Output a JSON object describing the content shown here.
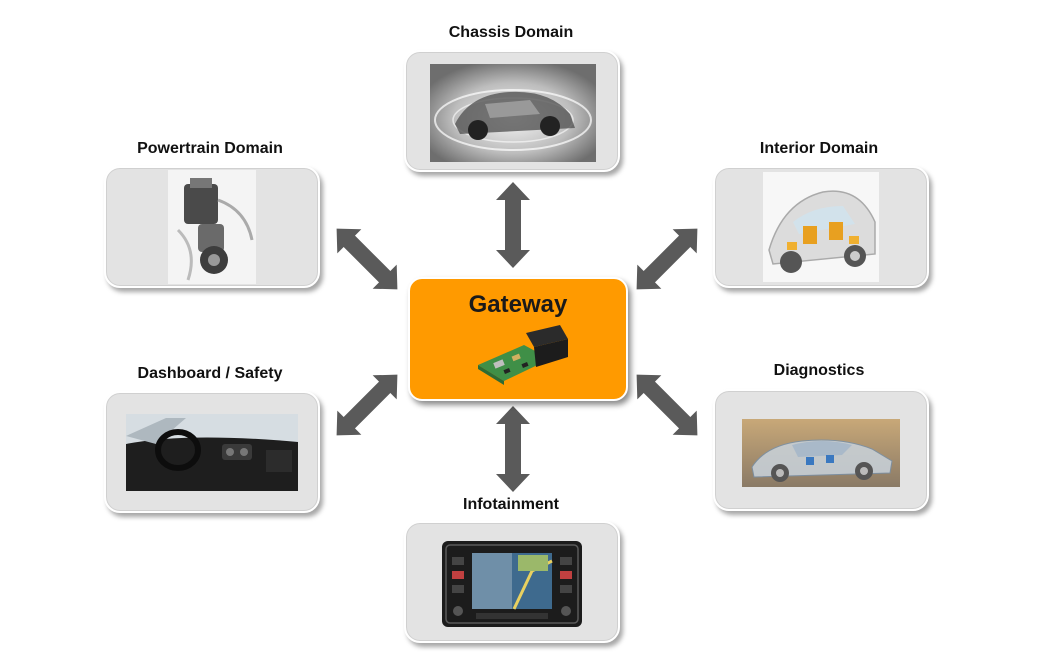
{
  "gateway": {
    "title": "Gateway",
    "color": "#ff9a00",
    "icon": "ecu-module-icon"
  },
  "domains": {
    "chassis": {
      "label": "Chassis Domain",
      "icon": "car-chassis-image"
    },
    "powertrain": {
      "label": "Powertrain Domain",
      "icon": "engine-image"
    },
    "interior": {
      "label": "Interior Domain",
      "icon": "car-interior-image"
    },
    "dashboard": {
      "label": "Dashboard / Safety",
      "icon": "dashboard-image"
    },
    "diagnostics": {
      "label": "Diagnostics",
      "icon": "xray-car-image"
    },
    "infotainment": {
      "label": "Infotainment",
      "icon": "navigation-unit-image"
    }
  },
  "colors": {
    "arrow": "#5a5a5a",
    "card": "#e3e3e3"
  }
}
